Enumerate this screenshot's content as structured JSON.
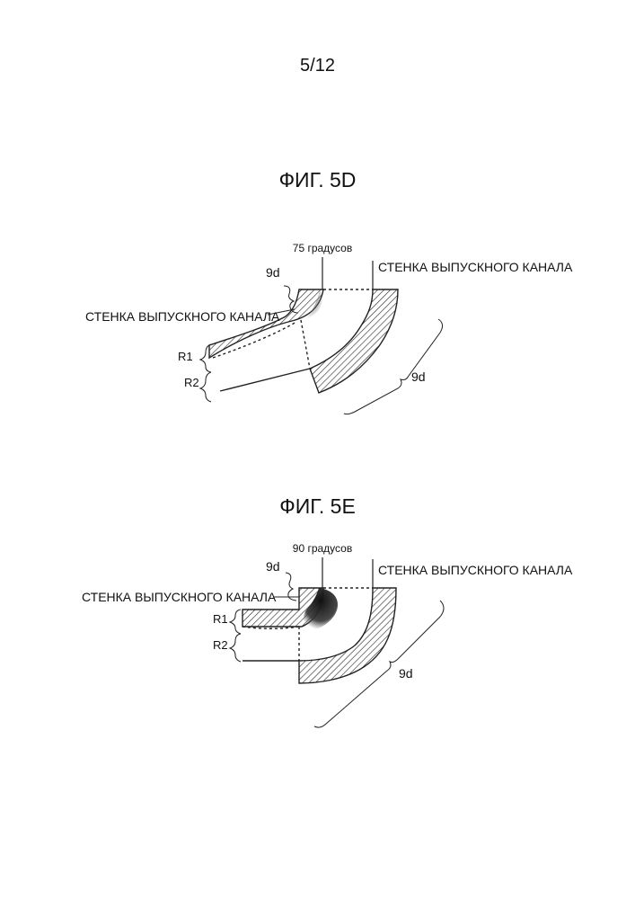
{
  "page_number": "5/12",
  "figures": [
    {
      "title": "ФИГ. 5D",
      "angle_label": "75 градусов",
      "left_wall_label": "СТЕНКА ВЫПУСКНОГО КАНАЛА",
      "right_wall_label": "СТЕНКА ВЫПУСКНОГО КАНАЛА",
      "dim_top": "9d",
      "dim_right": "9d",
      "r1": "R1",
      "r2": "R2"
    },
    {
      "title": "ФИГ. 5E",
      "angle_label": "90 градусов",
      "left_wall_label": "СТЕНКА ВЫПУСКНОГО КАНАЛА",
      "right_wall_label": "СТЕНКА ВЫПУСКНОГО КАНАЛА",
      "dim_top": "9d",
      "dim_right": "9d",
      "r1": "R1",
      "r2": "R2"
    }
  ]
}
